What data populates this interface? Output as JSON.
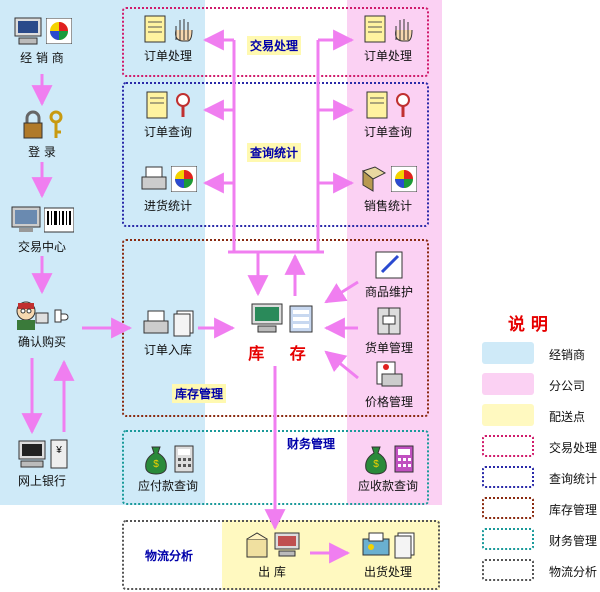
{
  "left_column": {
    "nodes": [
      "经 销 商",
      "登  录",
      "交易中心",
      "确认购买",
      "网上银行"
    ]
  },
  "sections": {
    "trade": {
      "label": "交易处理",
      "left": "订单处理",
      "right": "订单处理"
    },
    "query": {
      "label": "查询统计",
      "left_top": "订单查询",
      "right_top": "订单查询",
      "left_bottom": "进货统计",
      "right_bottom": "销售统计"
    },
    "inventory": {
      "label": "库存管理",
      "entry": "订单入库",
      "center": "库  存",
      "product": "商品维护",
      "shelf": "货单管理",
      "price": "价格管理"
    },
    "finance": {
      "label": "财务管理",
      "payable": "应付款查询",
      "receivable": "应收款查询"
    },
    "logistics": {
      "label": "物流分析",
      "out": "出  库",
      "ship": "出货处理"
    }
  },
  "legend": {
    "title": "说 明",
    "items": [
      {
        "label": "经销商",
        "color": "#cfeaf8",
        "kind": "fill"
      },
      {
        "label": "分公司",
        "color": "#fbd1f3",
        "kind": "fill"
      },
      {
        "label": "配送点",
        "color": "#fff9c0",
        "kind": "fill"
      },
      {
        "label": "交易处理",
        "color": "#d01b6b",
        "kind": "border"
      },
      {
        "label": "查询统计",
        "color": "#2a2aa8",
        "kind": "border"
      },
      {
        "label": "库存管理",
        "color": "#8a2a10",
        "kind": "border"
      },
      {
        "label": "财务管理",
        "color": "#1a9a9a",
        "kind": "border"
      },
      {
        "label": "物流分析",
        "color": "#555555",
        "kind": "border"
      }
    ]
  },
  "colors": {
    "arrow": "#f07ef0",
    "dealer": "#cfeaf8",
    "branch": "#fbd1f3",
    "depot": "#fff9c0"
  }
}
